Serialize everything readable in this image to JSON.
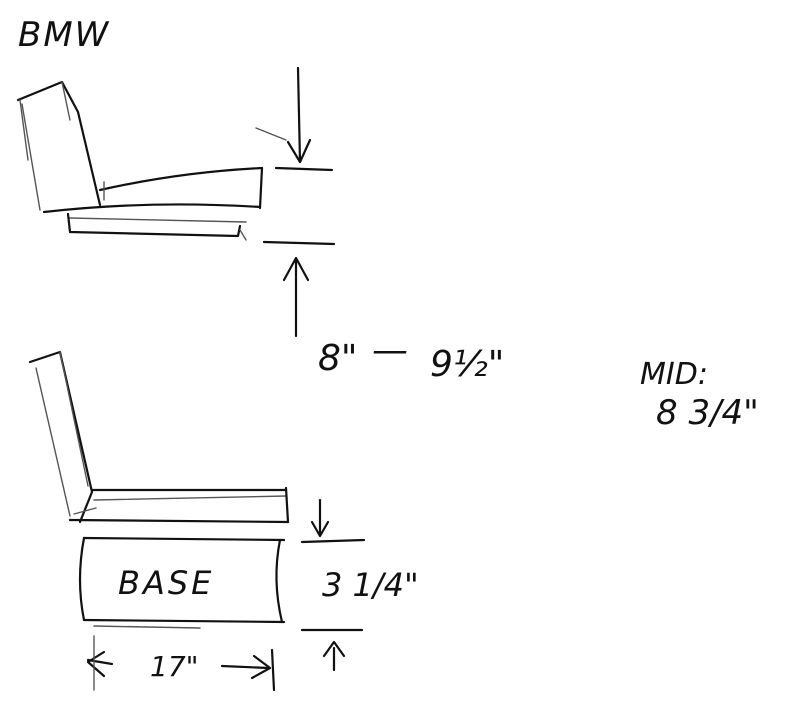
{
  "title": "BMW",
  "seat_height_range": {
    "min": "8\"",
    "separator": "—",
    "max": "9½\""
  },
  "mid_label": "MID:",
  "mid_value": "8 3/4\"",
  "base_label": "BASE",
  "base_height": "3 1/4\"",
  "base_width": "17\""
}
